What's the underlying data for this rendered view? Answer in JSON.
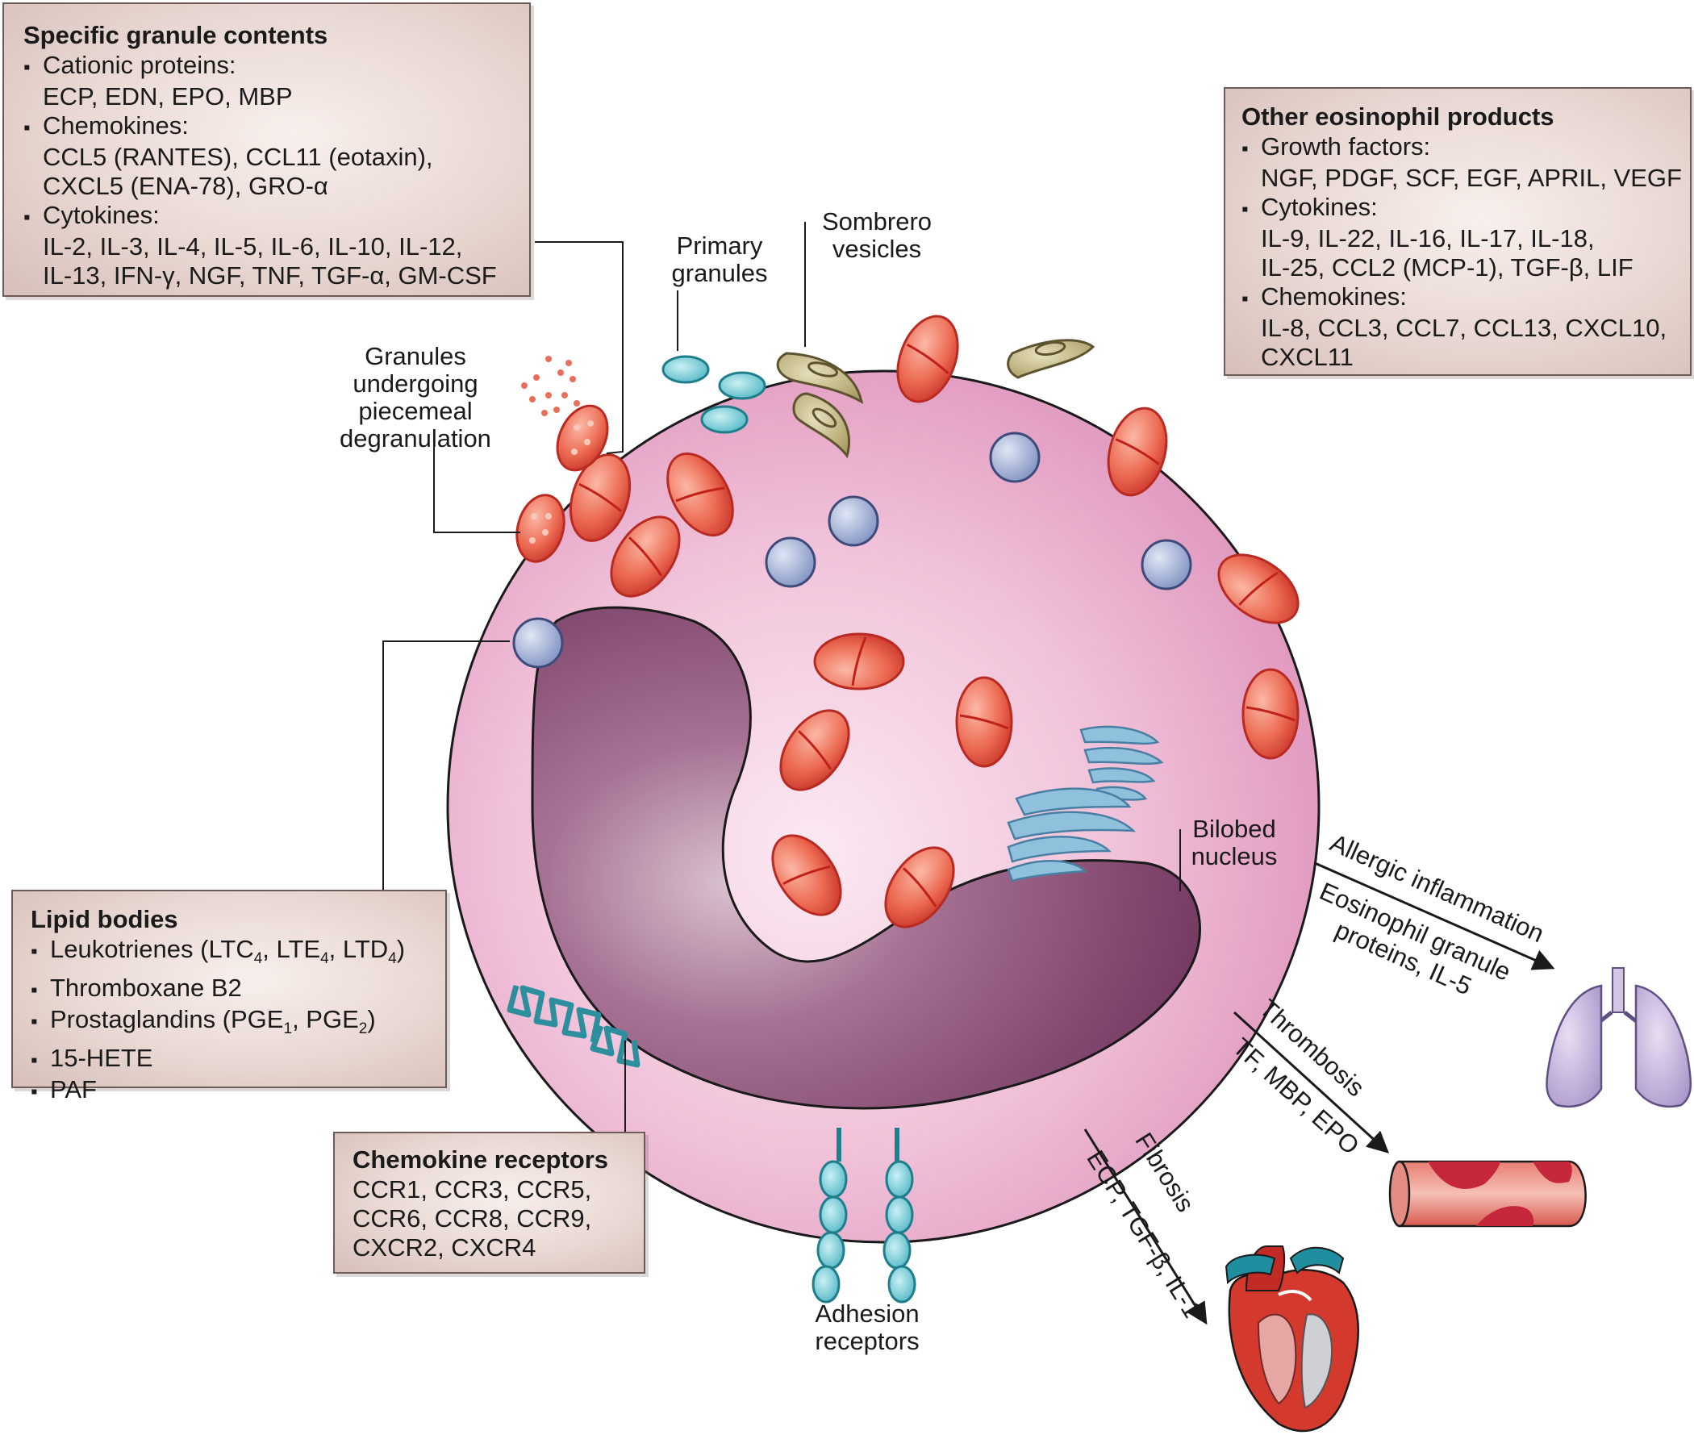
{
  "specific_granules": {
    "title": "Specific granule contents",
    "lines": [
      {
        "text": "Cationic proteins:",
        "bullet": true
      },
      {
        "text": "ECP, EDN, EPO, MBP",
        "bullet": false
      },
      {
        "text": "Chemokines:",
        "bullet": true
      },
      {
        "text": "CCL5 (RANTES), CCL11 (eotaxin),",
        "bullet": false
      },
      {
        "text": "CXCL5 (ENA-78), GRO-α",
        "bullet": false
      },
      {
        "text": "Cytokines:",
        "bullet": true
      },
      {
        "text": "IL-2, IL-3, IL-4, IL-5, IL-6, IL-10, IL-12,",
        "bullet": false
      },
      {
        "text": "IL-13, IFN-γ, NGF, TNF, TGF-α, GM-CSF",
        "bullet": false
      }
    ]
  },
  "other_products": {
    "title": "Other eosinophil products",
    "lines": [
      {
        "text": "Growth factors:",
        "bullet": true
      },
      {
        "text": "NGF, PDGF, SCF, EGF, APRIL, VEGF",
        "bullet": false
      },
      {
        "text": "Cytokines:",
        "bullet": true
      },
      {
        "text": "IL-9, IL-22, IL-16, IL-17, IL-18,",
        "bullet": false
      },
      {
        "text": "IL-25, CCL2 (MCP-1), TGF-β, LIF",
        "bullet": false
      },
      {
        "text": "Chemokines:",
        "bullet": true
      },
      {
        "text": "IL-8, CCL3, CCL7, CCL13, CXCL10,",
        "bullet": false
      },
      {
        "text": "CXCL11",
        "bullet": false
      }
    ]
  },
  "lipid_bodies": {
    "title": "Lipid bodies",
    "items": {
      "leukotrienes": {
        "a": "Leukotrienes (LTC",
        "s1": "4",
        "b": ", LTE",
        "s2": "4",
        "c": ", LTD",
        "s3": "4",
        "d": ")"
      },
      "thromboxane": "Thromboxane B2",
      "prostaglandins": {
        "a": "Prostaglandins (PGE",
        "s1": "1",
        "b": ", PGE",
        "s2": "2",
        "c": ")"
      },
      "hete": "15-HETE",
      "paf": "PAF"
    }
  },
  "chemokine_receptors": {
    "title": "Chemokine receptors",
    "lines": [
      "CCR1, CCR3, CCR5,",
      "CCR6, CCR8, CCR9,",
      "CXCR2, CXCR4"
    ]
  },
  "labels": {
    "primary_granules": [
      "Primary",
      "granules"
    ],
    "sombrero_vesicles": [
      "Sombrero",
      "vesicles"
    ],
    "piecemeal": [
      "Granules",
      "undergoing",
      "piecemeal",
      "degranulation"
    ],
    "bilobed_nucleus": [
      "Bilobed",
      "nucleus"
    ],
    "adhesion_receptors": [
      "Adhesion",
      "receptors"
    ]
  },
  "outcomes": {
    "allergic": {
      "title": "Allergic inflammation",
      "detail": [
        "Eosinophil granule",
        "proteins, IL-5"
      ]
    },
    "thrombosis": {
      "title": "Thrombosis",
      "detail": "TF, MBP, EPO"
    },
    "fibrosis": {
      "title": "Fibrosis",
      "detail": "ECP, TGF-β, IL-1"
    }
  },
  "colors": {
    "cell": "#e6a3c6",
    "nucleus": "#7a3f66",
    "specific_granule": "#e2553f",
    "primary_granule": "#5cc0cc",
    "lipid_body": "#8f9ec6",
    "sombrero": "#b8ae7a",
    "golgi": "#7fb4d2",
    "lung": "#b9a6d4",
    "receptor": "#3a9fae"
  }
}
